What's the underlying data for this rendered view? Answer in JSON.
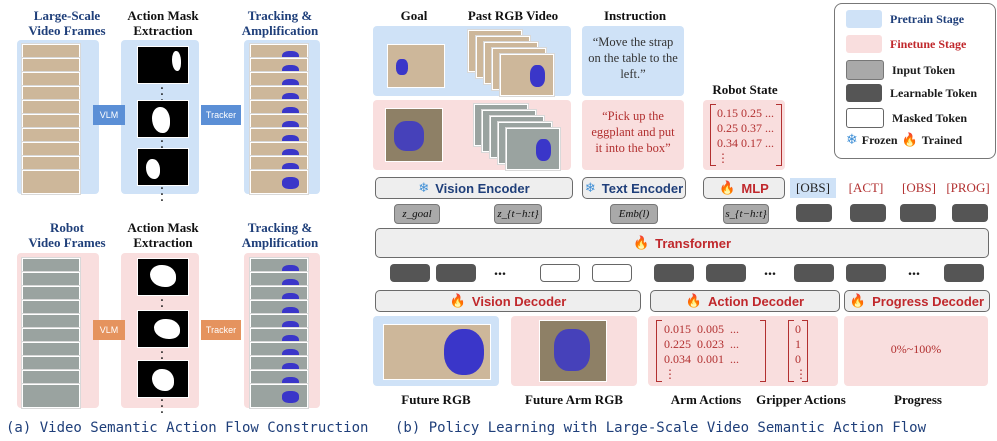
{
  "left_panel": {
    "col1_title": "Large-Scale\nVideo Frames",
    "col2_title": "Action Mask\nExtraction",
    "col3_title": "Tracking &\nAmplification",
    "col1_title_b": "Robot\nVideo Frames",
    "col2_title_b": "Action Mask\nExtraction",
    "col3_title_b": "Tracking &\nAmplification",
    "vlm_label": "VLM",
    "tracker_label": "Tracker",
    "caption": "(a) Video Semantic Action Flow Construction"
  },
  "right_panel": {
    "goal_label": "Goal",
    "past_rgb_label": "Past RGB Video",
    "instruction_label": "Instruction",
    "robot_state_label": "Robot State",
    "instruction_pretrain": "“Move the strap on the table to the left.”",
    "instruction_finetune": "“Pick up the eggplant and put it into the box”",
    "robot_state_rows": [
      "0.15 0.25 ...",
      "0.25 0.37 ...",
      "0.34 0.17 ...",
      "⋮"
    ],
    "vision_encoder": "Vision Encoder",
    "text_encoder": "Text Encoder",
    "mlp": "MLP",
    "obs_token": "[OBS]",
    "act_token": "[ACT]",
    "obs_token2": "[OBS]",
    "prog_token": "[PROG]",
    "tok_goal": "z_goal",
    "tok_past": "z_{t−h:t}",
    "tok_emb": "Emb(l)",
    "tok_state": "s_{t−h:t}",
    "transformer": "Transformer",
    "dots": "...",
    "vision_decoder": "Vision Decoder",
    "action_decoder": "Action Decoder",
    "progress_decoder": "Progress Decoder",
    "arm_rows": [
      "0.015  0.005  ...",
      "0.225  0.023  ...",
      "0.034  0.001  ...",
      "⋮"
    ],
    "gripper_rows": [
      "0",
      "1",
      "0",
      "⋮"
    ],
    "progress_value": "0%~100%",
    "future_rgb": "Future RGB",
    "future_arm_rgb": "Future Arm RGB",
    "arm_actions": "Arm Actions",
    "gripper_actions": "Gripper Actions",
    "progress": "Progress",
    "caption": "(b) Policy Learning with Large-Scale Video Semantic Action Flow"
  },
  "legend": {
    "pretrain": "Pretrain Stage",
    "finetune": "Finetune Stage",
    "input_token": "Input Token",
    "learnable_token": "Learnable Token",
    "masked_token": "Masked Token",
    "frozen": "Frozen",
    "trained": "Trained"
  },
  "colors": {
    "pretrain": "#cfe2f7",
    "finetune": "#f9dede",
    "title_blue": "#1f3f7a",
    "finetune_red": "#c0282c",
    "flow_blue": "#3a36c9"
  },
  "icons": [
    "snowflake-icon",
    "flame-icon"
  ]
}
